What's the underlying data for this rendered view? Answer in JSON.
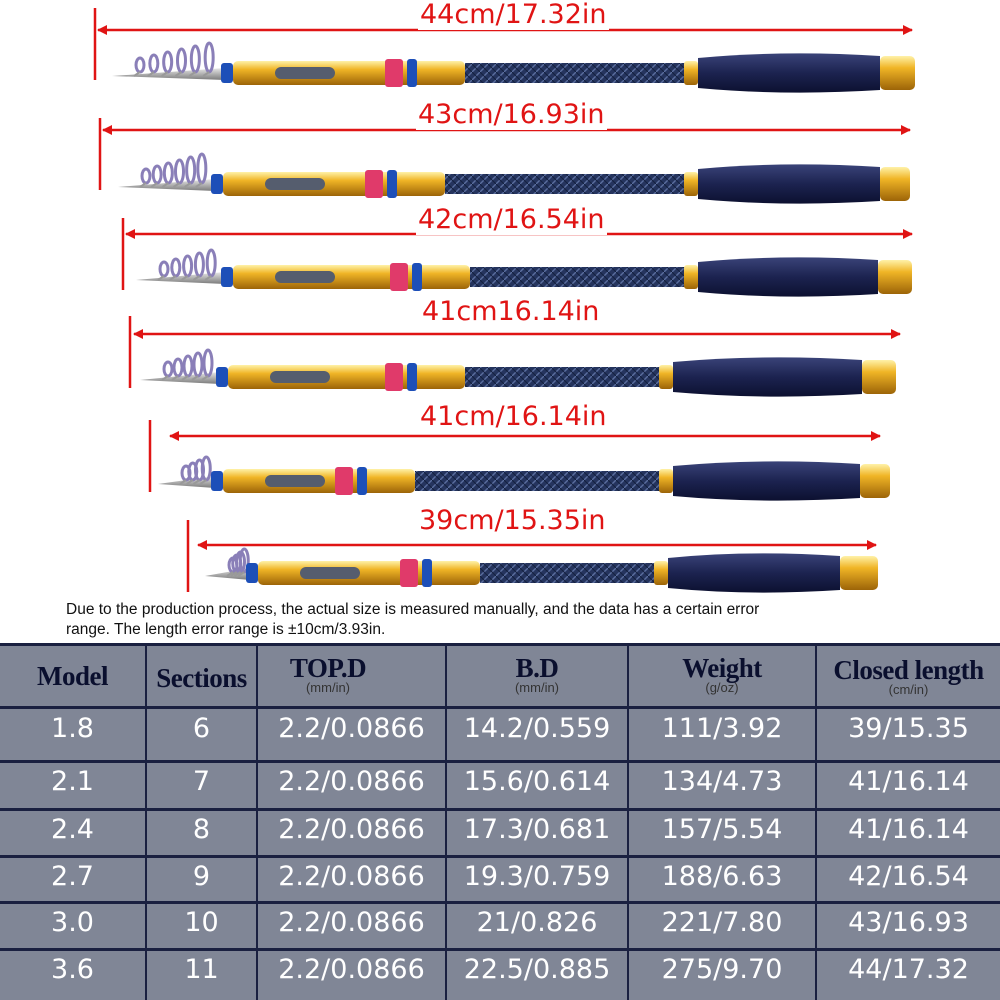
{
  "rods": [
    {
      "length_label": "44cm/17.32in",
      "sections": 6
    },
    {
      "length_label": "43cm/16.93in",
      "sections": 6
    },
    {
      "length_label": "42cm/16.54in",
      "sections": 5
    },
    {
      "length_label": "41cm16.14in",
      "sections": 5
    },
    {
      "length_label": "41cm/16.14in",
      "sections": 4
    },
    {
      "length_label": "39cm/15.35in",
      "sections": 4
    }
  ],
  "note": {
    "line1": "Due to the production process, the actual size is measured manually, and the data has a certain error",
    "line2": "range. The length error range is ±10cm/3.93in."
  },
  "colors": {
    "dimension_red": "#e01414",
    "rod_gold": "#e8a820",
    "rod_blank": "#2a3a66",
    "grip_navy": "#1c2350",
    "table_bg": "#808696"
  },
  "table": {
    "headers": [
      {
        "label": "Model",
        "unit": ""
      },
      {
        "label": "Sections",
        "unit": ""
      },
      {
        "label": "TOP.D",
        "unit": "(mm/in)"
      },
      {
        "label": "B.D",
        "unit": "(mm/in)"
      },
      {
        "label": "Weight",
        "unit": "(g/oz)"
      },
      {
        "label": "Closed length",
        "unit": "(cm/in)"
      }
    ],
    "rows": [
      [
        "1.8",
        "6",
        "2.2/0.0866",
        "14.2/0.559",
        "111/3.92",
        "39/15.35"
      ],
      [
        "2.1",
        "7",
        "2.2/0.0866",
        "15.6/0.614",
        "134/4.73",
        "41/16.14"
      ],
      [
        "2.4",
        "8",
        "2.2/0.0866",
        "17.3/0.681",
        "157/5.54",
        "41/16.14"
      ],
      [
        "2.7",
        "9",
        "2.2/0.0866",
        "19.3/0.759",
        "188/6.63",
        "42/16.54"
      ],
      [
        "3.0",
        "10",
        "2.2/0.0866",
        "21/0.826",
        "221/7.80",
        "43/16.93"
      ],
      [
        "3.6",
        "11",
        "2.2/0.0866",
        "22.5/0.885",
        "275/9.70",
        "44/17.32"
      ]
    ]
  }
}
